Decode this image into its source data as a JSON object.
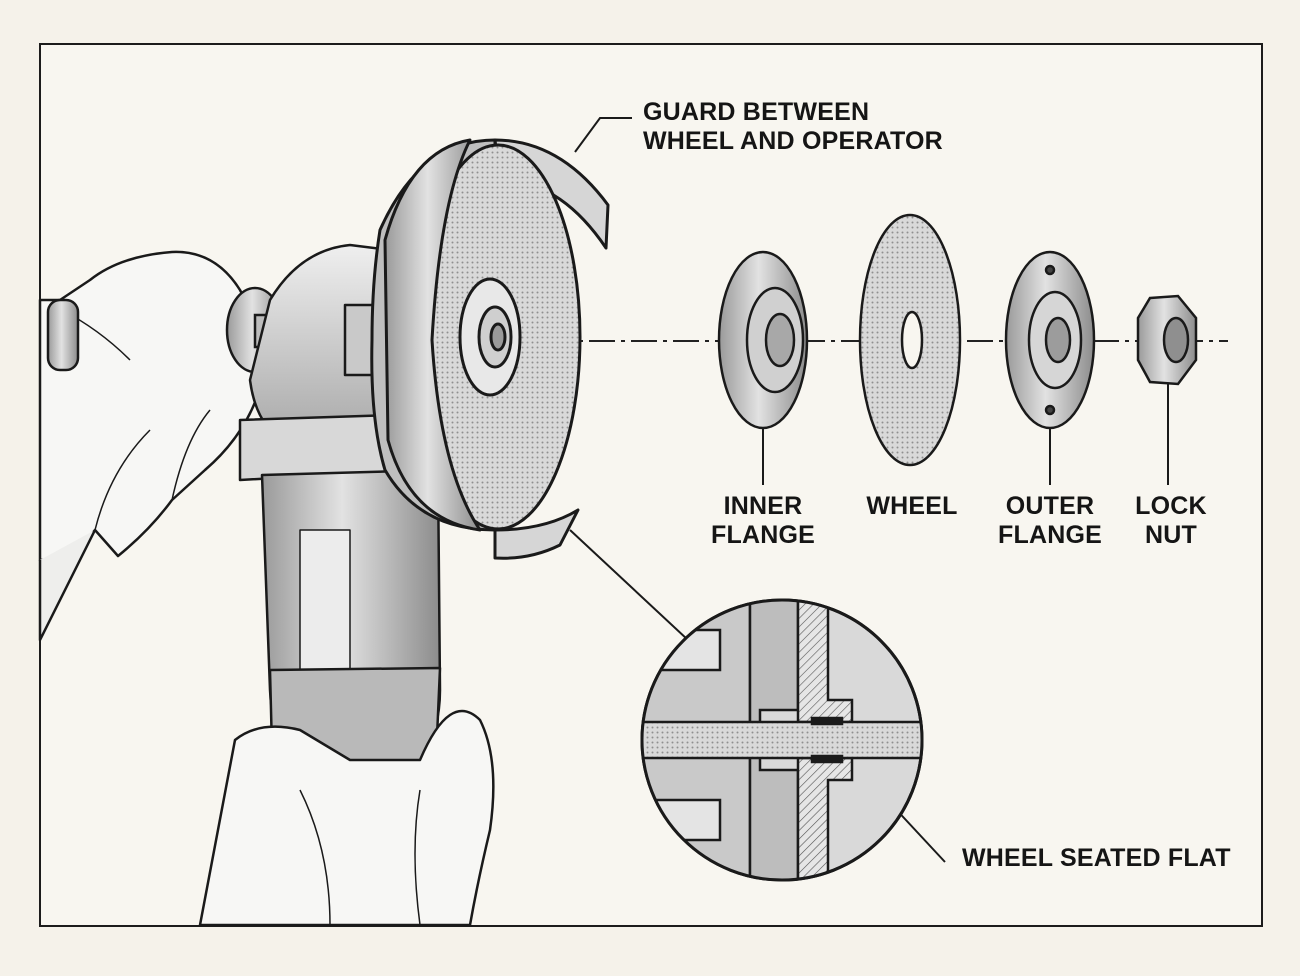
{
  "labels": {
    "guard": {
      "line1": "GUARD BETWEEN",
      "line2": "WHEEL AND OPERATOR"
    },
    "inner_flange": {
      "line1": "INNER",
      "line2": "FLANGE"
    },
    "wheel": {
      "line1": "WHEEL"
    },
    "outer_flange": {
      "line1": "OUTER",
      "line2": "FLANGE"
    },
    "lock_nut": {
      "line1": "LOCK",
      "line2": "NUT"
    },
    "seated": {
      "line1": "WHEEL SEATED FLAT"
    }
  },
  "colors": {
    "paper": "#f5f2ea",
    "ink": "#151515",
    "metal": "#cfcfcf",
    "glove": "#f7f7f5"
  }
}
